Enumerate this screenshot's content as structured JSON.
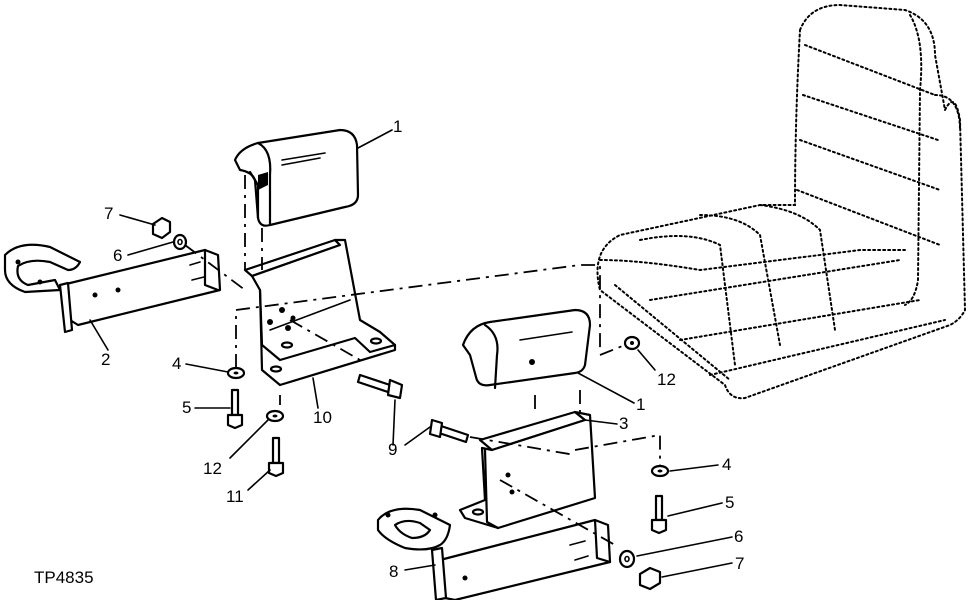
{
  "figure_id": "TP4835",
  "callouts": [
    {
      "key": "c1a",
      "text": "1"
    },
    {
      "key": "c1b",
      "text": "1"
    },
    {
      "key": "c2",
      "text": "2"
    },
    {
      "key": "c3",
      "text": "3"
    },
    {
      "key": "c4a",
      "text": "4"
    },
    {
      "key": "c4b",
      "text": "4"
    },
    {
      "key": "c5a",
      "text": "5"
    },
    {
      "key": "c5b",
      "text": "5"
    },
    {
      "key": "c6a",
      "text": "6"
    },
    {
      "key": "c6b",
      "text": "6"
    },
    {
      "key": "c7a",
      "text": "7"
    },
    {
      "key": "c7b",
      "text": "7"
    },
    {
      "key": "c8",
      "text": "8"
    },
    {
      "key": "c9",
      "text": "9"
    },
    {
      "key": "c10",
      "text": "10"
    },
    {
      "key": "c11",
      "text": "11"
    },
    {
      "key": "c12a",
      "text": "12"
    },
    {
      "key": "c12b",
      "text": "12"
    }
  ]
}
